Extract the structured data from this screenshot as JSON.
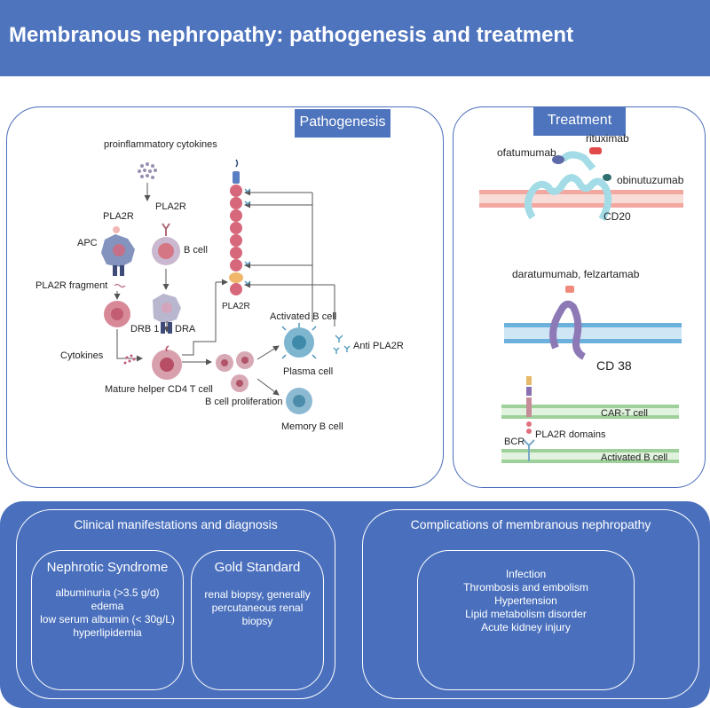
{
  "title": "Membranous nephropathy: pathogenesis and treatment",
  "pathogenesis": {
    "tag": "Pathogenesis",
    "labels": {
      "cytokines_top": "proinflammatory cytokines",
      "pla2r_left": "PLA2R",
      "pla2r_mid": "PLA2R",
      "apc": "APC",
      "b_cell": "B cell",
      "pla2r_fragment": "PLA2R fragment",
      "drb1": "DRB 1",
      "dra": "DRA",
      "cytokines": "Cytokines",
      "mature_helper": "Mature helper CD4 T cell",
      "b_cell_proliferation": "B cell proliferation",
      "pla2r_receptor": "PLA2R",
      "activated_b_cell": "Activated B cell",
      "anti_pla2r": "Anti PLA2R",
      "plasma_cell": "Plasma cell",
      "memory_b_cell": "Memory B cell"
    }
  },
  "treatment": {
    "tag": "Treatment",
    "labels": {
      "ofatumumab": "ofatumumab",
      "rituximab": "rituximab",
      "obinutuzumab": "obinutuzumab",
      "cd20": "CD20",
      "daratumumab": "daratumumab, felzartamab",
      "cd38": "CD 38",
      "car_t": "CAR-T cell",
      "pla2r_domains": "PLA2R domains",
      "bcr": "BCR",
      "activated_b_cell": "Activated B cell"
    }
  },
  "clinical": {
    "title": "Clinical manifestations and diagnosis",
    "nephrotic": {
      "title": "Nephrotic Syndrome",
      "items": [
        "albuminuria (>3.5 g/d)",
        "edema",
        "low serum albumin (< 30g/L)",
        "hyperlipidemia"
      ]
    },
    "gold": {
      "title": "Gold Standard",
      "lines": [
        "renal biopsy, generally",
        "percutaneous renal",
        "biopsy"
      ]
    }
  },
  "complications": {
    "title": "Complications of membranous nephropathy",
    "items": [
      "Infection",
      "Thrombosis and embolism",
      "Hypertension",
      "Lipid metabolism disorder",
      "Acute kidney injury"
    ]
  }
}
